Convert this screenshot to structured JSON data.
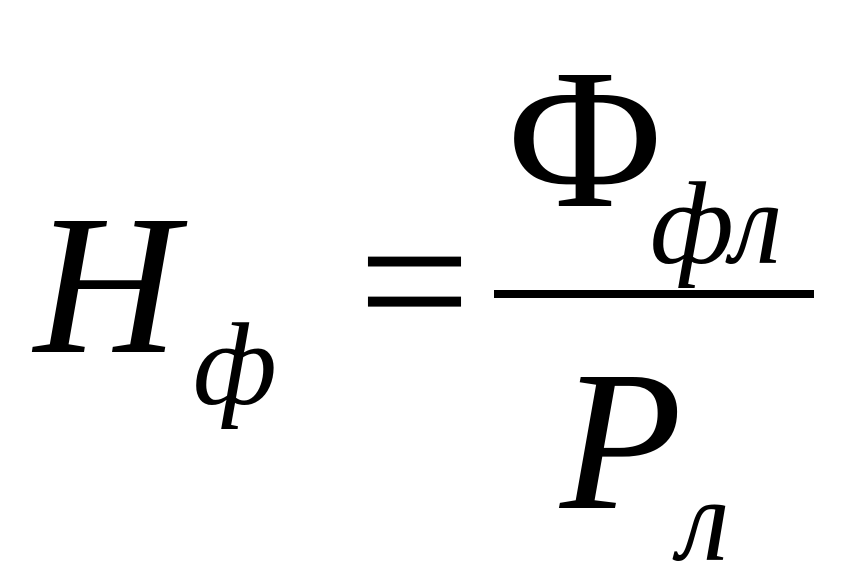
{
  "formula": {
    "lhs": {
      "symbol": "H",
      "subscript": "ф"
    },
    "operator": "=",
    "fraction": {
      "numerator": {
        "symbol": "Ф",
        "subscript": "фл"
      },
      "denominator": {
        "symbol": "P",
        "subscript": "л"
      }
    }
  },
  "colors": {
    "text": "#000000",
    "background": "#ffffff"
  }
}
